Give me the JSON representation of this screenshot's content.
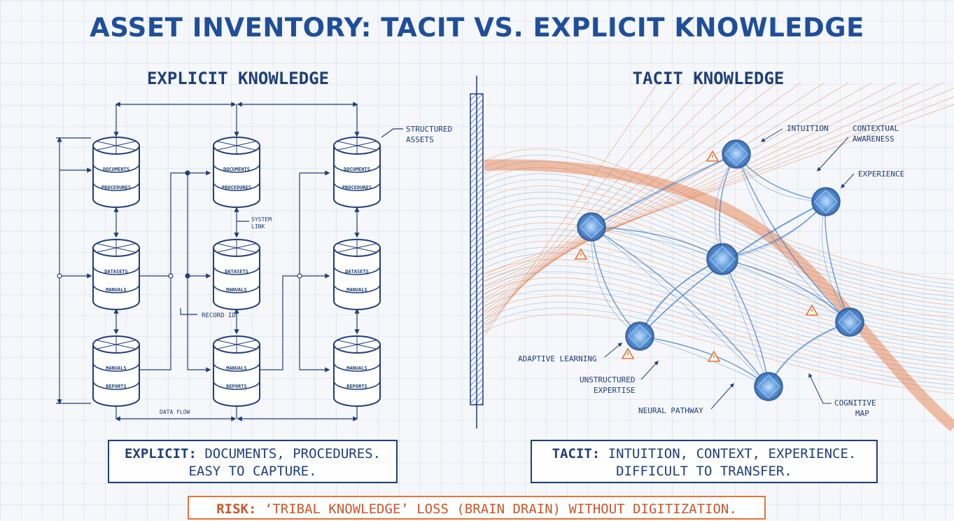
{
  "title": "ASSET INVENTORY: TACIT VS. EXPLICIT KNOWLEDGE",
  "explicit": {
    "heading": "EXPLICIT KNOWLEDGE",
    "db_labels": {
      "documents": "DOCUMENTS",
      "procedures": "PROCEDURES",
      "datasets": "DATASETS",
      "manuals": "MANUALS",
      "reports": "REPORTS"
    },
    "annotations": {
      "structured_assets_1": "STRUCTURED",
      "structured_assets_2": "ASSETS",
      "system_link_1": "SYSTEM",
      "system_link_2": "LINK",
      "record_id": "RECORD ID",
      "data_flow": "DATA FLOW"
    },
    "summary_key": "EXPLICIT:",
    "summary_line1": "DOCUMENTS, PROCEDURES.",
    "summary_line2": "EASY TO CAPTURE."
  },
  "tacit": {
    "heading": "TACIT KNOWLEDGE",
    "annotations": {
      "intuition": "INTUITION",
      "contextual_1": "CONTEXTUAL",
      "contextual_2": "AWARENESS",
      "experience": "EXPERIENCE",
      "adaptive_learning": "ADAPTIVE LEARNING",
      "unstructured_1": "UNSTRUCTURED",
      "unstructured_2": "EXPERTISE",
      "neural_pathway": "NEURAL PATHWAY",
      "cognitive_1": "COGNITIVE",
      "cognitive_2": "MAP"
    },
    "summary_key": "TACIT:",
    "summary_line1": "INTUITION, CONTEXT, EXPERIENCE.",
    "summary_line2": "DIFFICULT TO TRANSFER."
  },
  "risk": {
    "key": "RISK:",
    "text": "‘TRIBAL KNOWLEDGE’ LOSS (BRAIN DRAIN) WITHOUT DIGITIZATION."
  },
  "colors": {
    "ink": "#1f3f78",
    "accent_orange": "#e5733e",
    "node_blue": "#3a78c9"
  }
}
